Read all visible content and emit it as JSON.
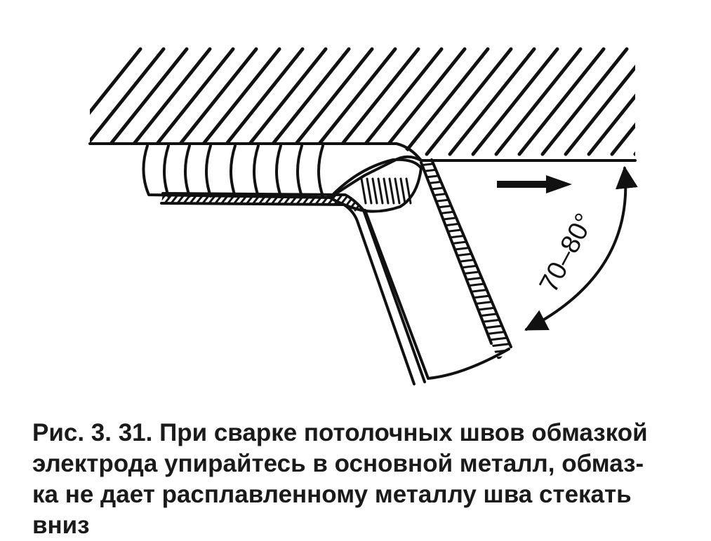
{
  "figure": {
    "angle_label": "70–80°",
    "welding_direction": "right",
    "hatch_color": "#111111",
    "background_color": "#ffffff"
  },
  "caption": {
    "lines": [
      "Рис. 3. 31. При сварке потолочных швов обмазкой",
      "электрода упирайтесь в основной металл, обмаз-",
      "ка не дает расплавленному металлу шва стекать",
      "вниз"
    ],
    "color": "#1a1a1a"
  }
}
